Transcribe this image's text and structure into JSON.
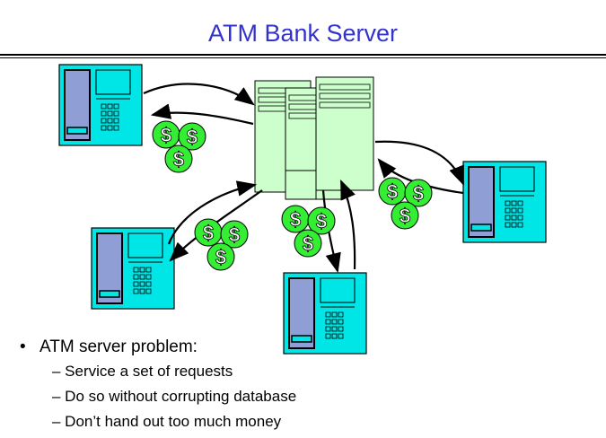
{
  "title": "ATM Bank Server",
  "colors": {
    "title": "#3333cc",
    "atm_body": "#00e5e5",
    "atm_panel": "#8f9fd6",
    "server": "#ccffcc",
    "coin": "#33ee33"
  },
  "icons": [
    "atm-terminal-icon",
    "server-tower-icon",
    "dollar-coin-icon"
  ],
  "bullet": {
    "main": "ATM server problem:",
    "subs": [
      "– Service a set of requests",
      "– Do so without corrupting database",
      "– Don’t hand out too much money"
    ]
  },
  "coin_symbol": "$"
}
